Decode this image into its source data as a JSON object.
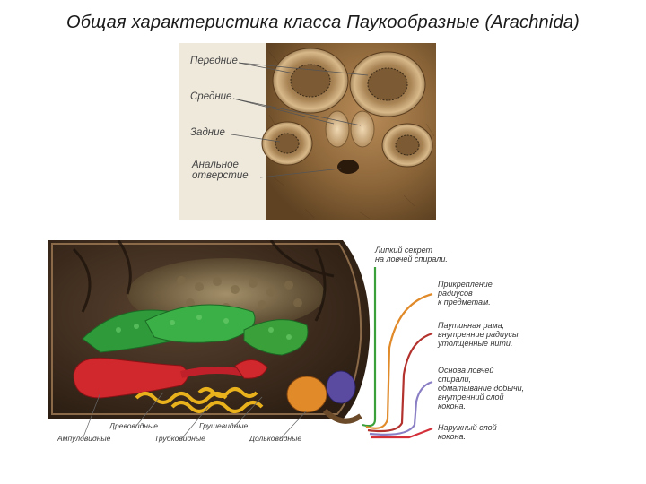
{
  "title": "Общая характеристика класса Паукообразные (Arachnida)",
  "top_figure": {
    "labels": {
      "front": "Передние",
      "middle": "Средние",
      "rear": "Задние",
      "anal": "Анальное\nотверстие"
    }
  },
  "bottom_figure": {
    "notes": {
      "sticky": "Липкий секрет\nна ловчей спирали.",
      "attach": "Прикрепление\nрадиусов\nк предметам.",
      "frame": "Паутинная рама,\nвнутренние радиусы,\nутолщенные нити.",
      "base": "Основа ловчей\nспирали,\nобматывание добычи,\nвнутренний слой\nкокона.",
      "outer": "Наружный слой\nкокона."
    },
    "glands": {
      "aggregate": "Древовидные",
      "piriform": "Грушевидные",
      "ampullate": "Ампуловидные",
      "tubuliform": "Трубковидные",
      "lobate": "Дольковидные"
    }
  },
  "colors": {
    "sticky_line": "#3aa13a",
    "attach_line": "#e08a2a",
    "frame_line": "#b3322e",
    "base_line": "#8a7fc4",
    "outer_line": "#d4303a"
  }
}
